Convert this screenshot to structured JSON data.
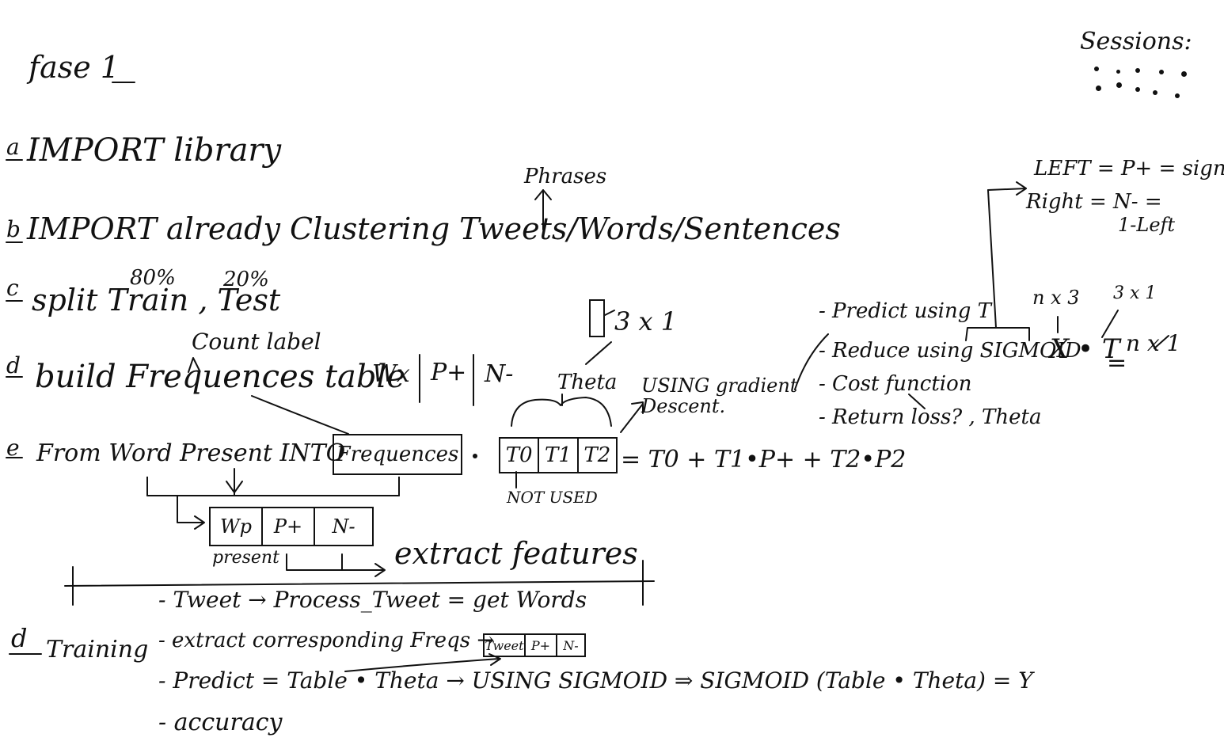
{
  "title": "fase 1",
  "sessions": {
    "label": "Sessions:"
  },
  "steps": {
    "a": {
      "letter": "a",
      "text": "IMPORT library"
    },
    "b": {
      "letter": "b",
      "text": "IMPORT already Clustering Tweets/Words/Sentences",
      "note": "Phrases"
    },
    "c": {
      "letter": "c",
      "text": "split Train , Test",
      "train_pct": "80%",
      "test_pct": "20%"
    },
    "d": {
      "letter": "d",
      "text": "build Frequences table",
      "note": "Count label",
      "columns": [
        "Wx",
        "P+",
        "N-"
      ]
    },
    "e": {
      "letter": "e",
      "text": "From Word Present INTO",
      "frequences_box": "Frequences"
    }
  },
  "theta": {
    "label": "Theta",
    "dims": "3 x 1",
    "cells": [
      "T0",
      "T1",
      "T2"
    ],
    "not_used": "NOT USED",
    "formula": "= T0 + T1•P+ + T2•P2",
    "gradient": "USING gradient Descent."
  },
  "word_table": {
    "cells": [
      "Wp",
      "P+",
      "N-"
    ],
    "present": "present"
  },
  "extract_features": "extract features",
  "gradient_steps": [
    "- Predict using T",
    "- Reduce using SIGMOID",
    "- Cost function",
    "- Return loss? , Theta"
  ],
  "matrix": {
    "n3": "n x 3",
    "x31": "3 x 1",
    "expr": "X • T",
    "eq": "=",
    "result": "n x 1"
  },
  "sigmoid_notes": {
    "left": "LEFT = P+ = sign",
    "right": "Right = N- =",
    "right2": "1-Left"
  },
  "training": {
    "letter": "d",
    "label": "Training",
    "items": [
      "- Tweet → Process_Tweet = get Words",
      "- extract corresponding Freqs →",
      "- Predict = Table • Theta → USING SIGMOID ⇒ SIGMOID (Table • Theta) = Y",
      "- accuracy"
    ],
    "table": [
      "Tweet",
      "P+",
      "N-"
    ]
  }
}
